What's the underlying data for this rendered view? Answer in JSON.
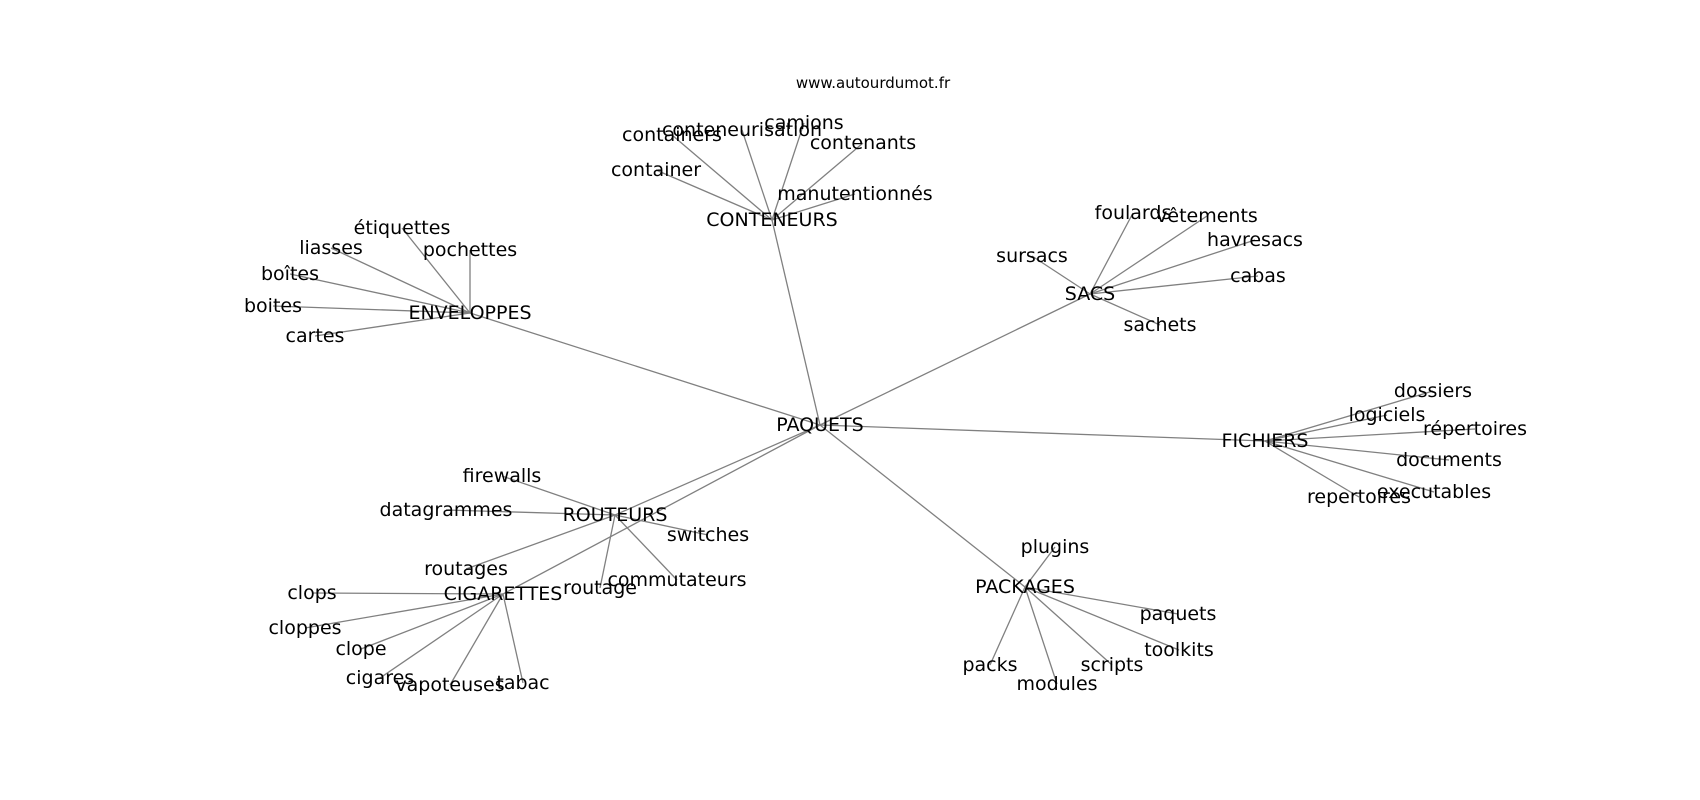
{
  "source": "www.autourdumot.fr",
  "center": "PAQUETS",
  "hubs": [
    {
      "label": "CONTENEURS",
      "children": [
        "containers",
        "conteneurisation",
        "camions",
        "contenants",
        "container",
        "manutentionnés"
      ]
    },
    {
      "label": "ENVELOPPES",
      "children": [
        "étiquettes",
        "liasses",
        "pochettes",
        "boîtes",
        "boites",
        "cartes"
      ]
    },
    {
      "label": "SACS",
      "children": [
        "foulards",
        "vêtements",
        "havresacs",
        "sursacs",
        "cabas",
        "sachets"
      ]
    },
    {
      "label": "FICHIERS",
      "children": [
        "dossiers",
        "logiciels",
        "répertoires",
        "documents",
        "executables",
        "repertoires"
      ]
    },
    {
      "label": "ROUTEURS",
      "children": [
        "firewalls",
        "datagrammes",
        "switches",
        "routages",
        "routage",
        "commutateurs"
      ]
    },
    {
      "label": "CIGARETTES",
      "children": [
        "clops",
        "cloppes",
        "clope",
        "cigares",
        "vapoteuses",
        "tabac"
      ]
    },
    {
      "label": "PACKAGES",
      "children": [
        "plugins",
        "paquets",
        "toolkits",
        "scripts",
        "packs",
        "modules"
      ]
    }
  ]
}
